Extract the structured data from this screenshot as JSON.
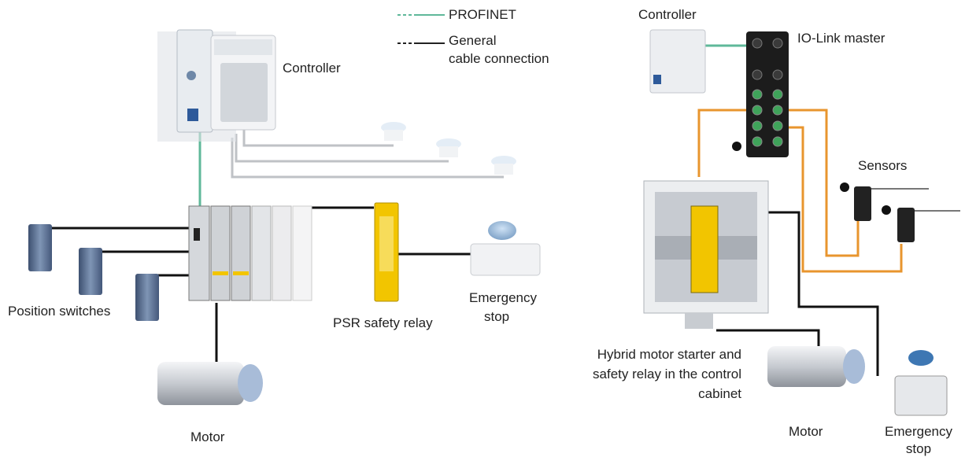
{
  "legend": {
    "profinet": "PROFINET",
    "general_line1": "General",
    "general_line2": "cable connection",
    "colors": {
      "profinet": "#5fb89a",
      "general": "#222222"
    }
  },
  "left": {
    "controller": "Controller",
    "position_switches": "Position switches",
    "psr_relay": "PSR safety relay",
    "emergency_line1": "Emergency",
    "emergency_line2": "stop",
    "motor": "Motor"
  },
  "right": {
    "controller": "Controller",
    "iolink": "IO-Link master",
    "sensors": "Sensors",
    "cabinet_line1": "Hybrid motor starter and",
    "cabinet_line2": "safety relay in the control",
    "cabinet_line3": "cabinet",
    "motor": "Motor",
    "emergency_line1": "Emergency",
    "emergency_line2": "stop"
  },
  "colors": {
    "orange_cable": "#e8952e",
    "yellow_module": "#f2c500",
    "switch_blue": "#5a6f8f"
  }
}
